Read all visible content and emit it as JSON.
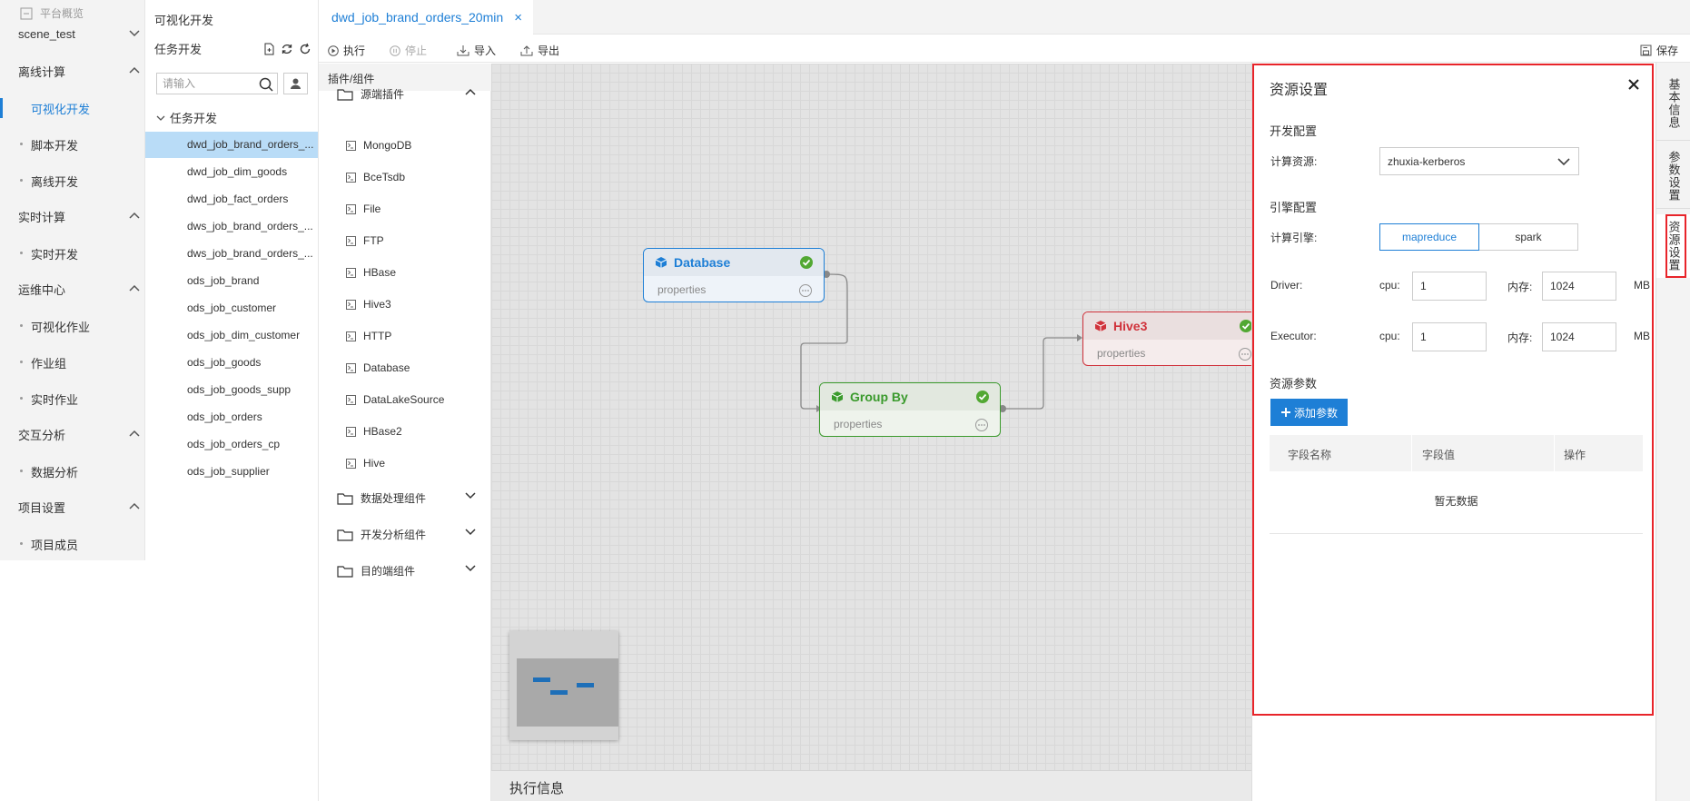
{
  "nav": {
    "overview_label": "平台概览",
    "project": "scene_test",
    "sections": [
      {
        "label": "离线计算",
        "items": [
          "可视化开发",
          "脚本开发",
          "离线开发"
        ]
      },
      {
        "label": "实时计算",
        "items": [
          "实时开发"
        ]
      },
      {
        "label": "运维中心",
        "items": [
          "可视化作业",
          "作业组",
          "实时作业"
        ]
      },
      {
        "label": "交互分析",
        "items": [
          "数据分析"
        ]
      },
      {
        "label": "项目设置",
        "items": [
          "项目成员"
        ]
      }
    ]
  },
  "tree": {
    "title": "可视化开发",
    "header": "任务开发",
    "search_placeholder": "请输入",
    "root": "任务开发",
    "items": [
      "dwd_job_brand_orders_...",
      "dwd_job_dim_goods",
      "dwd_job_fact_orders",
      "dws_job_brand_orders_...",
      "dws_job_brand_orders_...",
      "ods_job_brand",
      "ods_job_customer",
      "ods_job_dim_customer",
      "ods_job_goods",
      "ods_job_goods_supp",
      "ods_job_orders",
      "ods_job_orders_cp",
      "ods_job_supplier"
    ]
  },
  "tab": {
    "label": "dwd_job_brand_orders_20min",
    "close": "×"
  },
  "toolbar": {
    "run": "执行",
    "stop": "停止",
    "import": "导入",
    "export": "导出",
    "save": "保存"
  },
  "palette": {
    "title": "插件/组件",
    "source_group": "源端插件",
    "sources": [
      "MongoDB",
      "BceTsdb",
      "File",
      "FTP",
      "HBase",
      "Hive3",
      "HTTP",
      "Database",
      "DataLakeSource",
      "HBase2",
      "Hive"
    ],
    "other_groups": [
      "数据处理组件",
      "开发分析组件",
      "目的端组件"
    ]
  },
  "nodes": {
    "database": {
      "title": "Database",
      "props": "properties"
    },
    "groupby": {
      "title": "Group By",
      "props": "properties"
    },
    "hive3": {
      "title": "Hive3",
      "props": "properties"
    }
  },
  "exec_info": "执行信息",
  "panel": {
    "title": "资源设置",
    "dev_config": "开发配置",
    "compute_resource_label": "计算资源:",
    "compute_resource_value": "zhuxia-kerberos",
    "engine_config": "引擎配置",
    "engine_label": "计算引擎:",
    "engines": [
      "mapreduce",
      "spark"
    ],
    "selected_engine": "mapreduce",
    "driver_label": "Driver:",
    "executor_label": "Executor:",
    "cpu_label": "cpu:",
    "mem_label": "内存:",
    "unit": "MB",
    "driver_cpu": "1",
    "driver_mem": "1024",
    "executor_cpu": "1",
    "executor_mem": "1024",
    "resource_params": "资源参数",
    "add_param": "添加参数",
    "columns": [
      "字段名称",
      "字段值",
      "操作"
    ],
    "empty": "暂无数据"
  },
  "sidetabs": [
    "基本信息",
    "参数设置",
    "资源设置"
  ],
  "colors": {
    "accent": "#1e7fd6",
    "highlight": "#e8242a",
    "database": "#1e7fd6",
    "groupby": "#3a9a2c",
    "hive": "#d0323b",
    "ok": "#52a833"
  }
}
